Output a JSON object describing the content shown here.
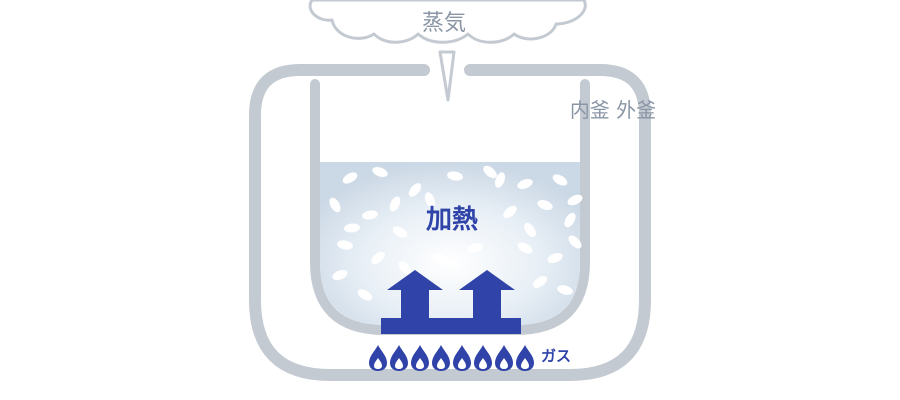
{
  "labels": {
    "steam": "蒸気",
    "pot": "内釜 外釜",
    "heat": "加熱",
    "gas": "ガス"
  },
  "colors": {
    "outline": "#c4cad1",
    "water": "#d5e2ee",
    "water_highlight": "#ffffff",
    "grain": "#ffffff",
    "arrow": "#2f43a8",
    "flame": "#2f43a8",
    "label_gray": "#8a96a6"
  },
  "icons": {
    "steam": "steam-cloud-icon",
    "flame": "flame-icon",
    "heat_arrow": "heat-arrow-icon"
  }
}
